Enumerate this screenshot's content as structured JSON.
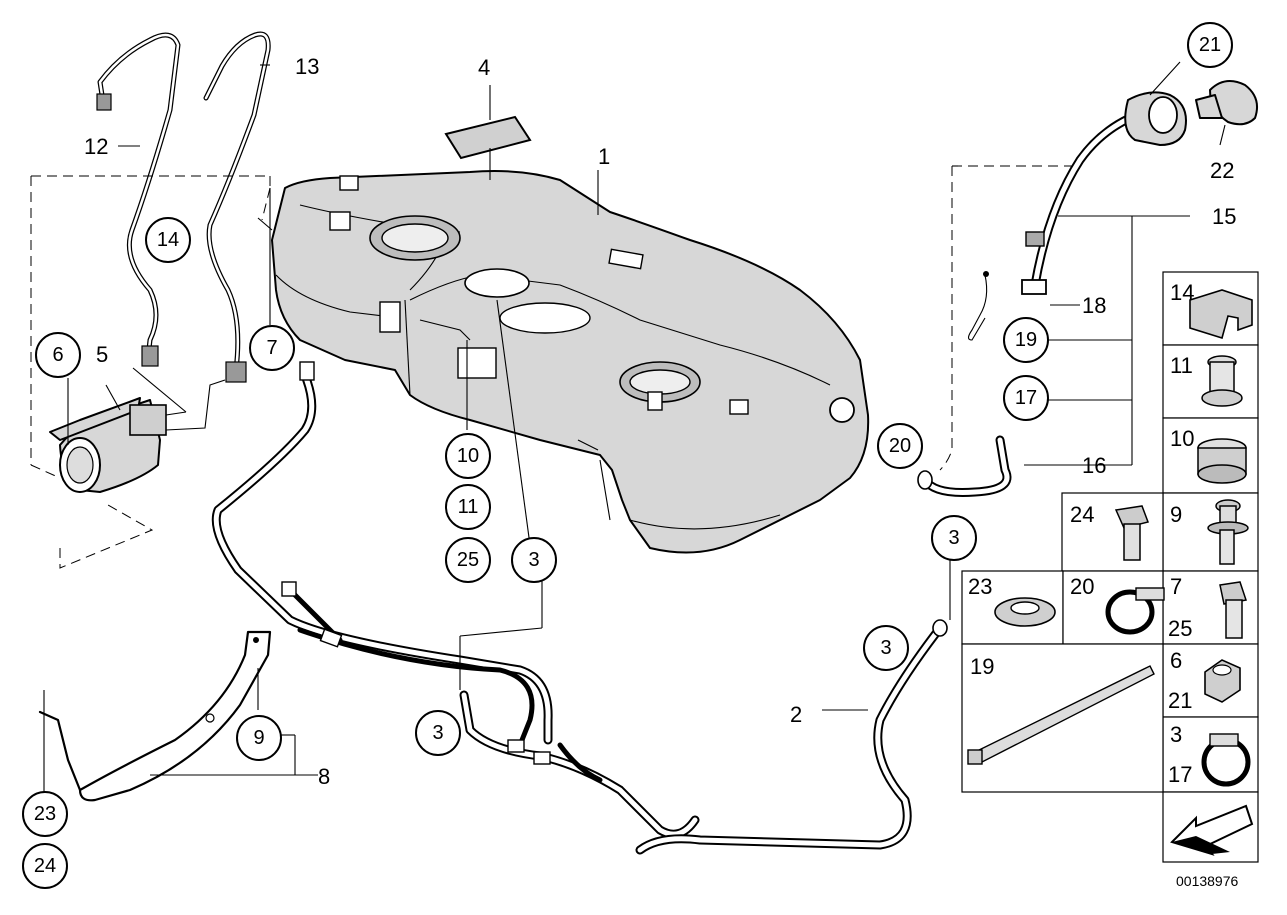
{
  "plain_labels": {
    "l1": "1",
    "l2": "2",
    "l4": "4",
    "l5": "5",
    "l8": "8",
    "l12": "12",
    "l13": "13",
    "l15": "15",
    "l16": "16",
    "l18": "18",
    "l22": "22"
  },
  "circled_labels": {
    "c21": "21",
    "c14": "14",
    "c6": "6",
    "c7": "7",
    "c19": "19",
    "c17": "17",
    "c20": "20",
    "c10": "10",
    "c11": "11",
    "c25": "25",
    "c3a": "3",
    "c3b": "3",
    "c3c": "3",
    "c3d": "3",
    "c9": "9",
    "c23": "23",
    "c24": "24"
  },
  "parts_table": {
    "r1": "14",
    "r2": "11",
    "r3": "10",
    "r4a": "24",
    "r4b": "9",
    "r5a": "23",
    "r5b": "20",
    "r5c": "7",
    "r5d": "25",
    "r6a": "19",
    "r6b": "6",
    "r6c": "21",
    "r7a": "3",
    "r7b": "17"
  },
  "doc_id": "00138976"
}
